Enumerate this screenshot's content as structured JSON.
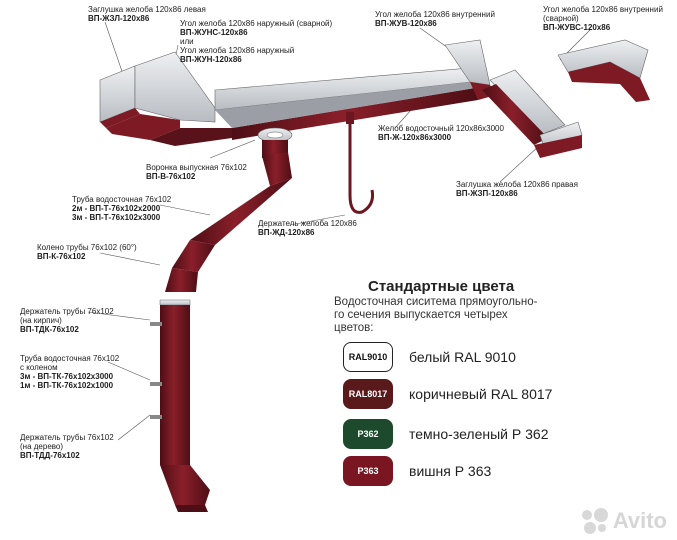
{
  "labels": {
    "end_cap_left": {
      "text": "Заглушка желоба 120х86 левая",
      "code": "ВП-ЖЗЛ-120х86"
    },
    "outer_corner": {
      "lines": [
        "Угол желоба 120х86 наружный (сварной)"
      ],
      "code": "ВП-ЖУНС-120х86",
      "alt_lines": [
        "или",
        "Угол желоба 120х86 наружный"
      ],
      "alt_code": "ВП-ЖУН-120х86"
    },
    "inner_corner": {
      "text": "Угол желоба 120х86 внутренний",
      "code": "ВП-ЖУВ-120х86"
    },
    "inner_corner_welded": {
      "lines": [
        "Угол желоба 120х86 внутренний",
        "(сварной)"
      ],
      "code": "ВП-ЖУВС-120х86"
    },
    "gutter": {
      "text": "Желоб водосточный 120х86х3000",
      "code": "ВП-Ж-120х86х3000"
    },
    "outlet": {
      "text": "Воронка выпускная 76х102",
      "code": "ВП-В-76х102"
    },
    "end_cap_right": {
      "text": "Заглушка желоба 120х86 правая",
      "code": "ВП-ЖЗП-120х86"
    },
    "downpipe": {
      "text": "Труба водосточная 76х102",
      "lines": [
        "2м - ВП-Т-76х102х2000",
        "3м - ВП-Т-76х102х3000"
      ]
    },
    "gutter_holder": {
      "text": "Держатель желоба 120х86",
      "code": "ВП-ЖД-120х86"
    },
    "elbow": {
      "text": "Колено трубы 76х102 (60°)",
      "code": "ВП-К-76х102"
    },
    "pipe_holder_brick": {
      "lines": [
        "Держатель трубы 76х102",
        "(на кирпич)"
      ],
      "code": "ВП-ТДК-76х102"
    },
    "pipe_with_elbow": {
      "lines": [
        "Труба водосточная 76х102",
        "с коленом",
        "3м - ВП-ТК-76х102х3000",
        "1м - ВП-ТК-76х102х1000"
      ]
    },
    "pipe_holder_wood": {
      "lines": [
        "Держатель трубы 76х102",
        "(на дерево)"
      ],
      "code": "ВП-ТДД-76х102"
    }
  },
  "colors_section": {
    "title": "Стандартные цвета",
    "intro": [
      "Водосточная сиситема прямоугольно-",
      "го сечения выпускается четырех",
      "цветов:"
    ],
    "swatches": [
      {
        "code": "RAL9010",
        "name": "белый  RAL 9010",
        "hex": "#ffffff"
      },
      {
        "code": "RAL8017",
        "name": "коричневый RAL 8017",
        "hex": "#5a1a1c"
      },
      {
        "code": "P362",
        "name": "темно-зеленый Р 362",
        "hex": "#1d4a2c"
      },
      {
        "code": "P363",
        "name": "вишня Р 363",
        "hex": "#7a1622"
      }
    ]
  },
  "theme": {
    "product": "#7d1a24",
    "product_dark": "#4e0e15",
    "metal": "#c9ccd0",
    "metal_light": "#e6e8ea"
  },
  "watermark": {
    "text": "Avito"
  }
}
